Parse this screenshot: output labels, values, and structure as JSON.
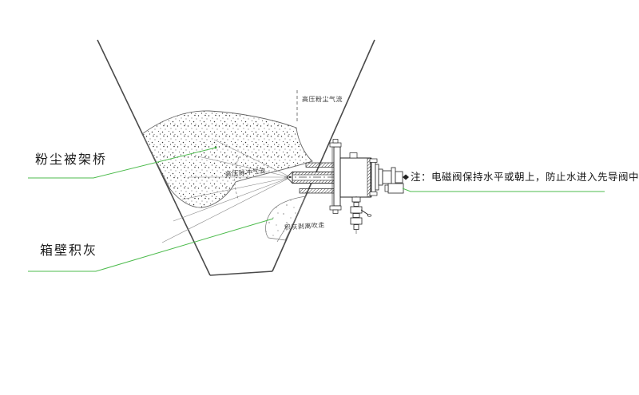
{
  "diagram": {
    "type": "engineering-cad-diagram",
    "subject": "air cannon mounted on dust hopper wall",
    "labels": {
      "dust_bridge": "粉尘被架桥",
      "wall_ash": "箱壁积灰",
      "top_airflow": "高压粉尘气流",
      "pulse_jet": "高压脉冲气流",
      "ash_removed": "积灰剥离吹走",
      "note": "注：电磁阀保持水平或朝上，防止水进入先导阀中"
    },
    "colors": {
      "leader_green": "#4cbb4c",
      "drawing_line": "#4a4a4a",
      "device_line": "#222222",
      "text_dark": "#1c1c1c",
      "background": "#ffffff"
    }
  }
}
